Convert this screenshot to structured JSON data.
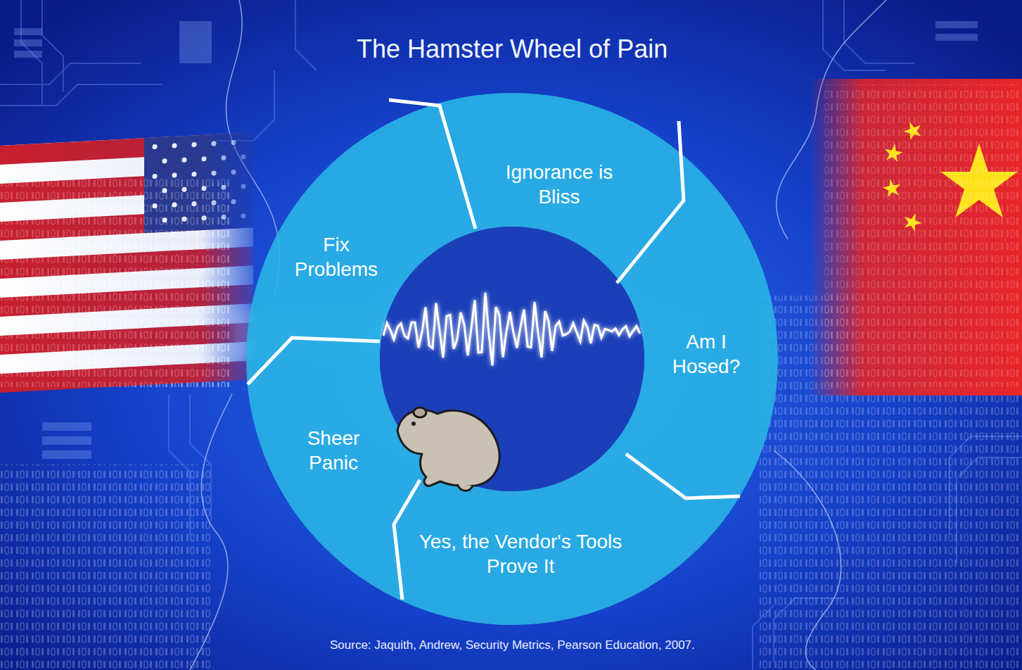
{
  "diagram": {
    "title": "The Hamster Wheel of Pain",
    "caption": "Source: Jaquith, Andrew, Security Metrics, Pearson Education, 2007.",
    "nodes": [
      {
        "text": [
          "Ignorance is Bliss"
        ]
      },
      {
        "text": [
          "Am I Hosed?"
        ]
      },
      {
        "text": [
          "Yes, the Vendor's Tools Prove It"
        ]
      },
      {
        "text": [
          "Sheer Panic"
        ]
      },
      {
        "text": [
          "Fix Problems"
        ]
      }
    ]
  }
}
